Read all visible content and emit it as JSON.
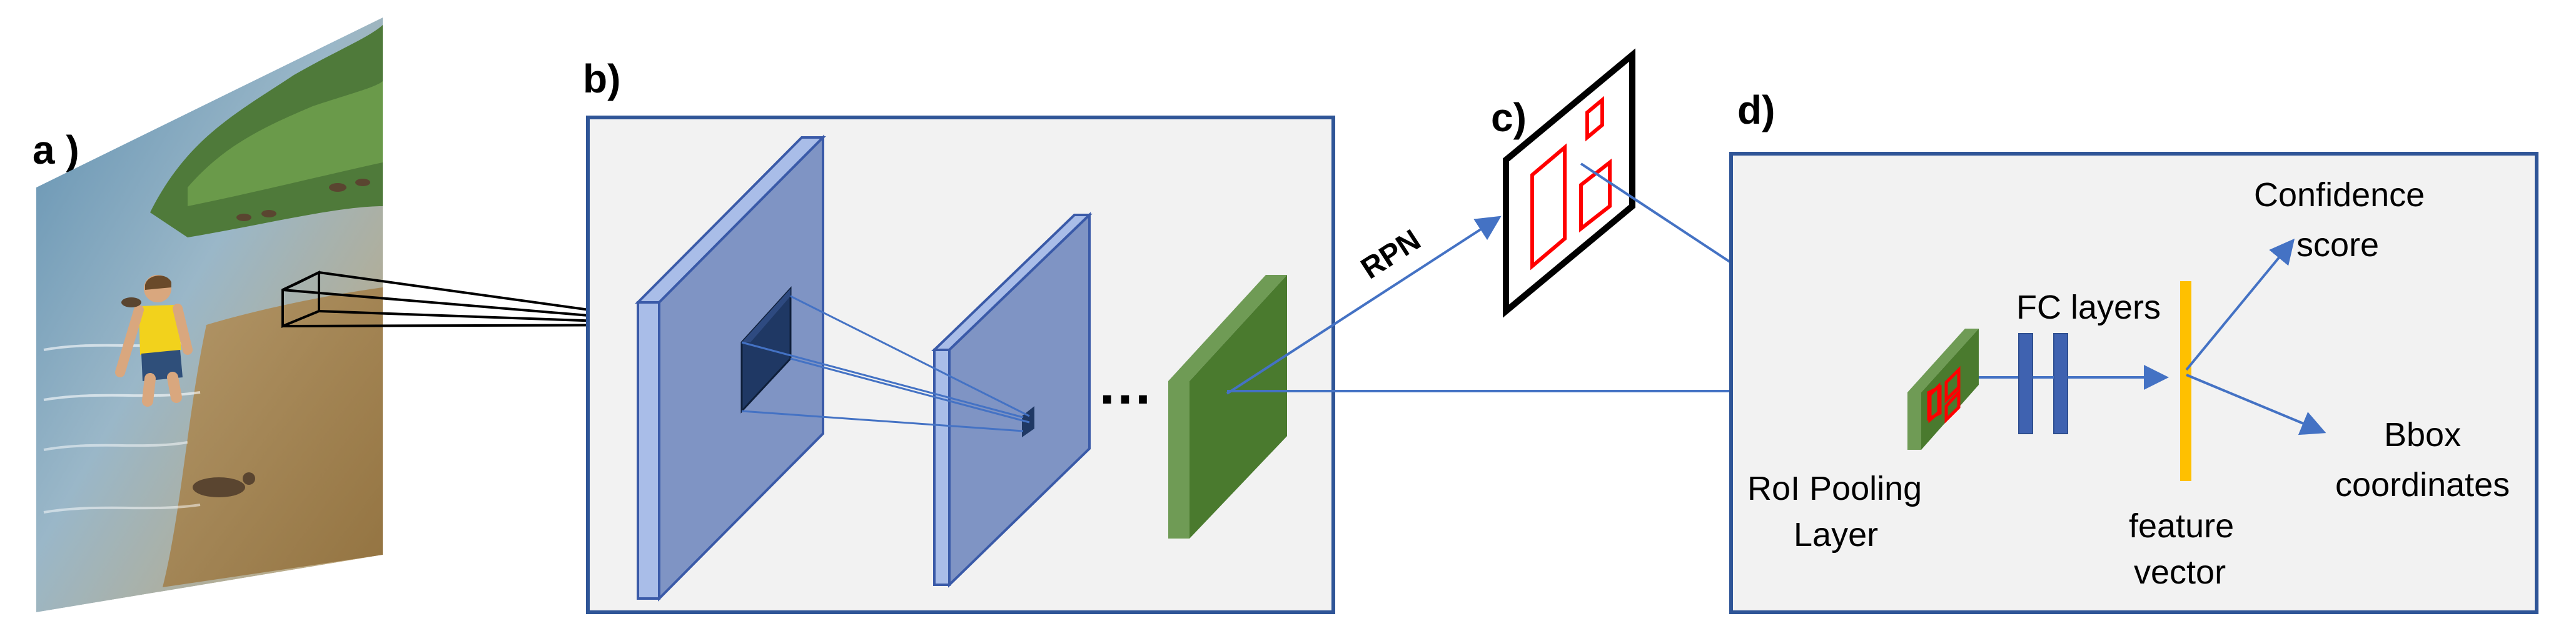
{
  "panels": {
    "a": "a )",
    "b": "b)",
    "c": "c)",
    "d": "d)"
  },
  "labels": {
    "rpn": "RPN",
    "ellipsis": "…",
    "roi_line1": "RoI Pooling",
    "roi_line2": "Layer",
    "fc_layers": "FC layers",
    "feature_line1": "feature",
    "feature_line2": "vector",
    "confidence_line1": "Confidence",
    "confidence_line2": "score",
    "bbox_line1": "Bbox",
    "bbox_line2": "coordinates"
  },
  "colors": {
    "panel_border": "#2f5597",
    "panel_fill": "#f2f2f2",
    "feature_map": "#7f94c4",
    "feature_map_edge": "#a9bde8",
    "feature_map_stroke": "#3a5aa8",
    "final_map": "#4a7a2e",
    "final_map_edge": "#6f9b55",
    "arrow": "#4472c4",
    "proposal": "#ff0000",
    "fc_bar": "#3f62b0",
    "feature_vector": "#ffc000"
  },
  "image_icon": "photo-of-child-wading-in-river-with-ducks"
}
